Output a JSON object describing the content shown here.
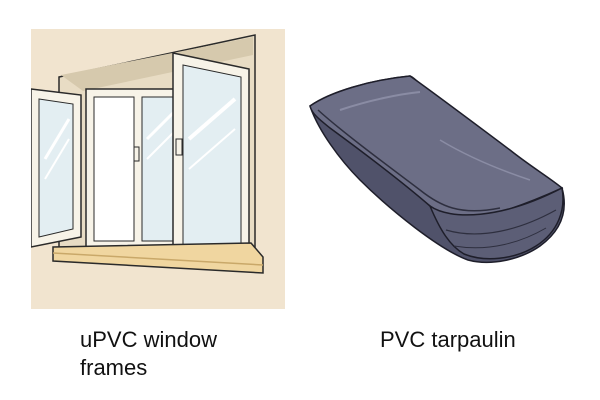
{
  "illustrations": [
    {
      "id": "window",
      "caption": "uPVC window frames",
      "icon": "upvc-window-illustration",
      "background_color": "#f1e4cf",
      "frame_color": "#f7f3e8",
      "sill_color": "#f0d6a0"
    },
    {
      "id": "tarpaulin",
      "caption": "PVC tarpaulin",
      "icon": "folded-tarpaulin-illustration",
      "fabric_color": "#6c6e86",
      "fabric_shadow_color": "#50526a"
    }
  ]
}
